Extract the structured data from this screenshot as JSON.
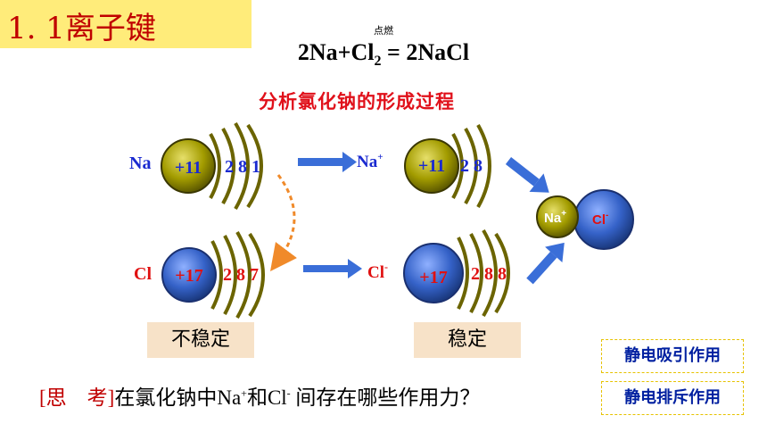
{
  "header": {
    "title": "1. 1离子键"
  },
  "equation": {
    "condition": "点燃",
    "left": "2Na+Cl",
    "sub": "2",
    "right": " = 2NaCl"
  },
  "subtitle": "分析氯化钠的形成过程",
  "atoms": {
    "na": {
      "symbol": "Na",
      "nucleus": "+11",
      "shells": "2 8 1"
    },
    "na_ion": {
      "symbol": "Na",
      "charge": "+",
      "nucleus": "+11",
      "shells": "2 8"
    },
    "cl": {
      "symbol": "Cl",
      "nucleus": "+17",
      "shells": "2 8 7"
    },
    "cl_ion": {
      "symbol": "Cl",
      "charge": "-",
      "nucleus": "+17",
      "shells": "2 8 8"
    },
    "pair": {
      "na_label": "Na",
      "na_charge": "+",
      "cl_label": "Cl",
      "cl_charge": "-"
    }
  },
  "labels": {
    "unstable": "不稳定",
    "stable": "稳定"
  },
  "buttons": {
    "attraction": "静电吸引作用",
    "repulsion": "静电排斥作用"
  },
  "question": {
    "bracket": "[思　考]",
    "text1": "在氯化钠中Na",
    "plus": "+",
    "text2": "和Cl",
    "minus": "-",
    "text3": " 间存在哪些作用力？"
  },
  "colors": {
    "na_nucleus": "#9a9400",
    "cl_nucleus": "#2f5fc4",
    "arrow_blue": "#3a6ed8",
    "arc": "#6b6400",
    "red_num": "#e01010",
    "blue_num": "#1a2ad0"
  }
}
